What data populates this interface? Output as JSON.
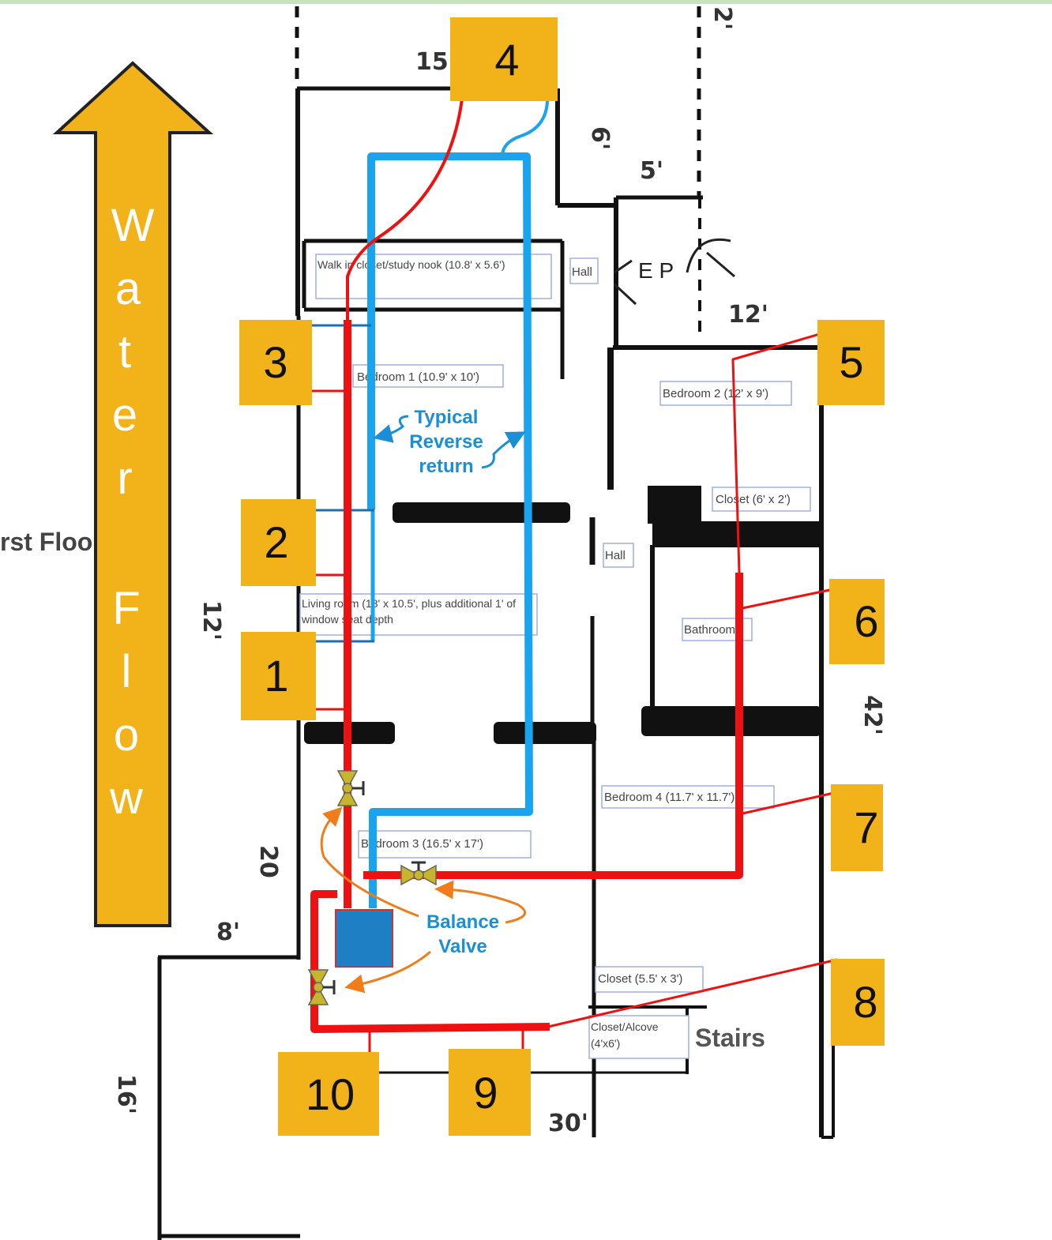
{
  "legend": {
    "water_flow_letters": [
      "W",
      "a",
      "t",
      "e",
      "r",
      "F",
      "l",
      "o",
      "w"
    ]
  },
  "side_text": "rst Floo",
  "zones": [
    "1",
    "2",
    "3",
    "4",
    "5",
    "6",
    "7",
    "8",
    "9",
    "10"
  ],
  "rooms": {
    "walk_in": "Walk in closet/study nook (10.8' x 5.6')",
    "hall_top": "Hall",
    "bedroom1": "Bedroom 1 (10.9' x 10')",
    "bedroom2": "Bedroom 2 (12' x 9')",
    "closet_6x2": "Closet (6' x 2')",
    "hall_mid": "Hall",
    "living": "Living room (18' x 10.5', plus additional 1' of window seat depth",
    "bathroom": "Bathroom",
    "bedroom4": "Bedroom 4 (11.7' x 11.7')",
    "bedroom3": "Bedroom 3 (16.5' x 17')",
    "closet_55x3": "Closet (5.5' x 3')",
    "closet_alcove": "Closet/Alcove (4'x6')",
    "stairs": "Stairs",
    "ep": "E P"
  },
  "dimensions": {
    "d15": "15",
    "d6": "6'",
    "d5": "5'",
    "d12a": "12'",
    "d12b": "12'",
    "d42": "42'",
    "d20": "20",
    "d8": "8'",
    "d16": "16'",
    "d30": "30'",
    "d2": "2'"
  },
  "annotations": {
    "reverse_return": [
      "Typical",
      "Reverse",
      "return"
    ],
    "balance_valve": [
      "Balance",
      "Valve"
    ]
  },
  "colors": {
    "supply": "#ee1111",
    "return": "#1aa3ee",
    "zone_box": "#f2b21a",
    "arrow_fill": "#f2b21a",
    "annotation_blue": "#1a8fd6",
    "annotation_orange": "#f07d1a",
    "manifold": "#1f7fc4",
    "valve": "#c7b52e"
  }
}
